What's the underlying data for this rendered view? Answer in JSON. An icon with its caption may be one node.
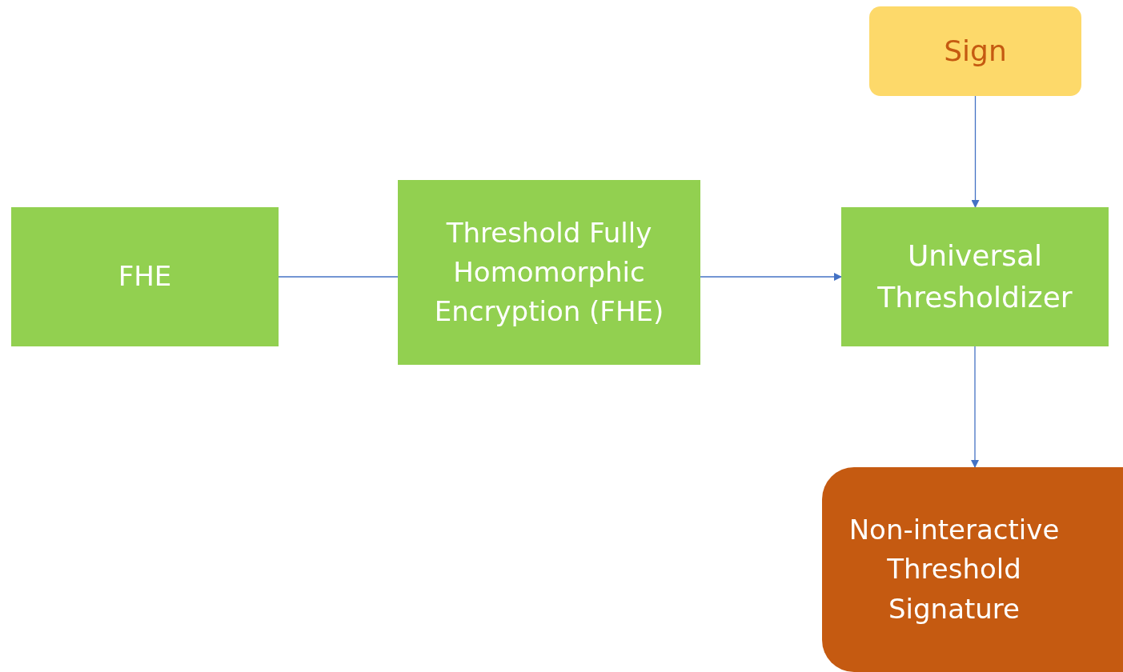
{
  "diagram": {
    "nodes": [
      {
        "text": [
          "FHE"
        ]
      },
      {
        "text": [
          "Threshold Fully Homomorphic Encryption (FHE)"
        ]
      },
      {
        "text": [
          "Universal Thresholdizer"
        ]
      },
      {
        "text": [
          "Sign"
        ]
      },
      {
        "text": [
          "Non-interactive Threshold Signature"
        ]
      }
    ],
    "edges": [
      {
        "from": 0,
        "to": 1,
        "arrow": "none"
      },
      {
        "from": 1,
        "to": 2,
        "arrow": "to"
      },
      {
        "from": 3,
        "to": 2,
        "arrow": "to"
      },
      {
        "from": 2,
        "to": 4,
        "arrow": "to"
      }
    ]
  }
}
